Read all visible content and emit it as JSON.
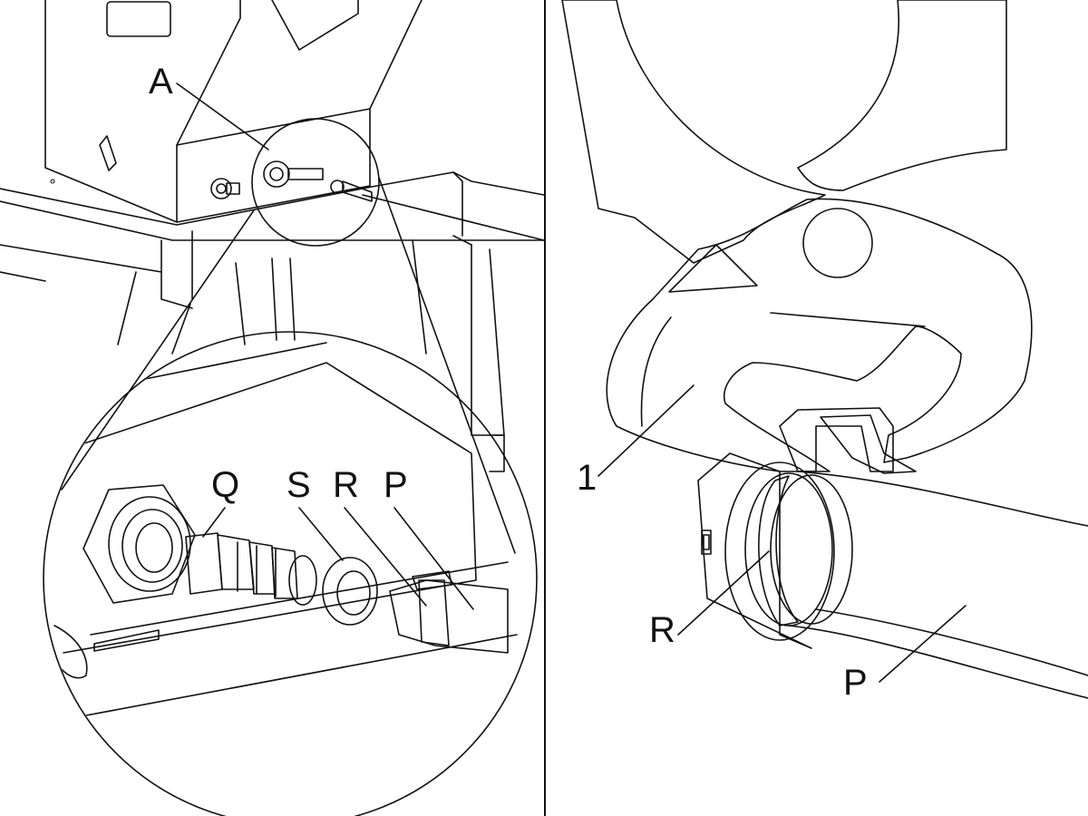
{
  "left_panel": {
    "callouts": {
      "detail_marker": "A",
      "elbow_fitting": "Q",
      "sealing_ring": "S",
      "hose_clamp": "R",
      "hose": "P"
    }
  },
  "right_panel": {
    "callouts": {
      "pliers": "1",
      "hose_clamp": "R",
      "hose": "P"
    }
  },
  "colors": {
    "line": "#111111",
    "tool_fill": "#7f7f7f",
    "part_fill": "#8c8c8c",
    "light_fill": "#c8c8c8",
    "background": "#ffffff"
  },
  "icons": [
    "pliers-icon",
    "hose-clamp-icon",
    "elbow-fitting-icon",
    "sealing-ring-icon"
  ]
}
